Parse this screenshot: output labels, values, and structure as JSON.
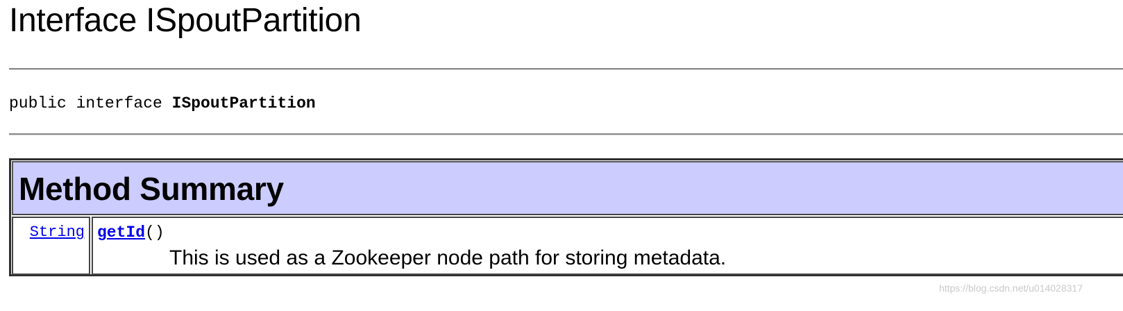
{
  "header": {
    "title": "Interface ISpoutPartition"
  },
  "declaration": {
    "prefix": "public interface ",
    "name": "ISpoutPartition"
  },
  "method_summary": {
    "title": "Method Summary",
    "rows": [
      {
        "return_type": "String",
        "method_name": "getId",
        "params": "()",
        "description": "This is used as a Zookeeper node path for storing metadata."
      }
    ]
  },
  "watermark": "https://blog.csdn.net/u014028317",
  "colors": {
    "header_background": "#ccccff",
    "link": "#0000ee",
    "border": "#444444"
  }
}
